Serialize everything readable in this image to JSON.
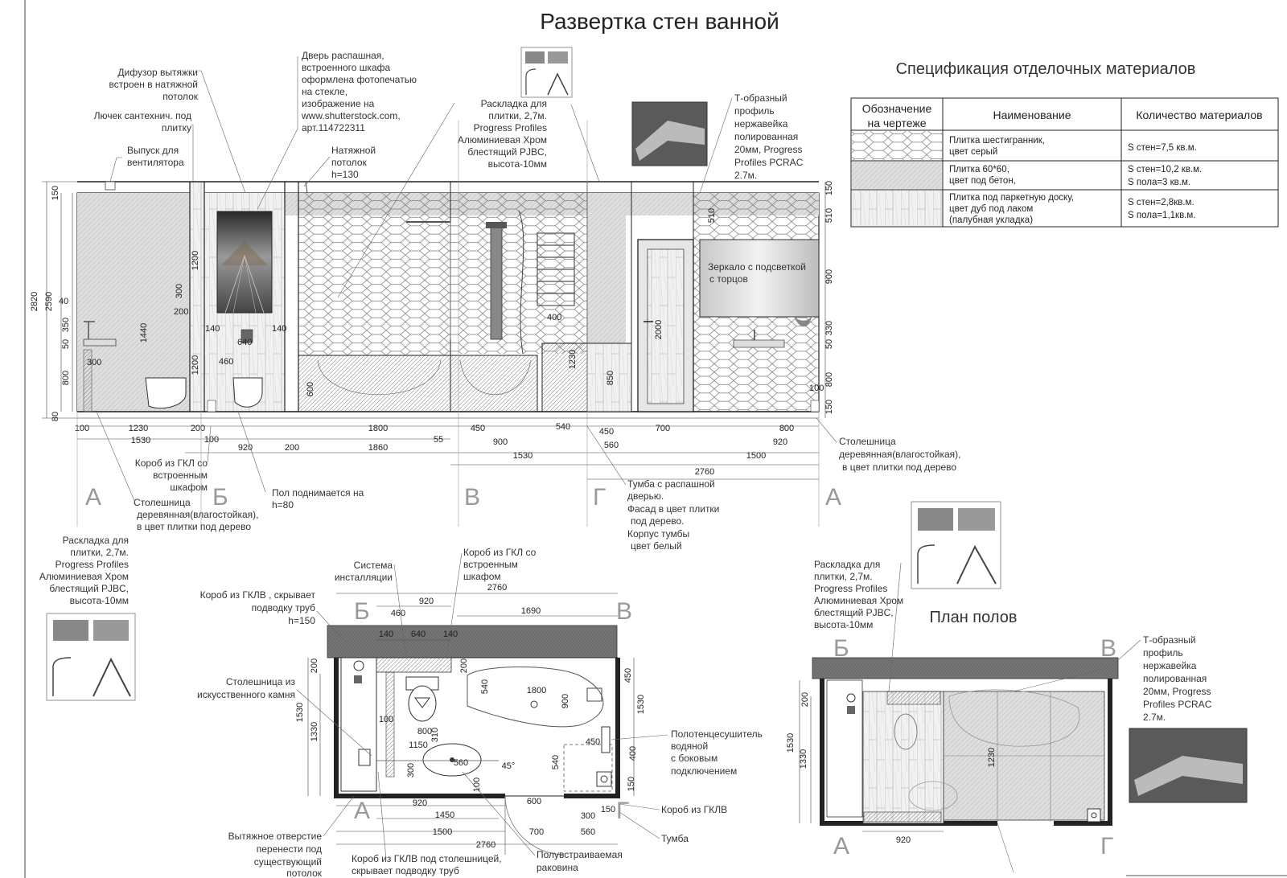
{
  "title": "Развертка стен  ванной",
  "spec": {
    "heading": "Спецификация отделочных материалов",
    "columns": [
      "Обозначение на чертеже",
      "Наименование",
      "Количество материалов"
    ],
    "rows": [
      {
        "pattern": "hexagon",
        "name": [
          "Плитка шестигранник,",
          "цвет серый"
        ],
        "qty": [
          "S стен=7,5 кв.м."
        ]
      },
      {
        "pattern": "concrete",
        "name": [
          "Плитка 60*60,",
          "цвет под бетон,"
        ],
        "qty": [
          "S стен=10,2 кв.м.",
          "S пола=3 кв.м."
        ]
      },
      {
        "pattern": "parquet",
        "name": [
          "Плитка под паркетную доску,",
          "цвет дуб под лаком",
          "(палубная укладка)"
        ],
        "qty": [
          "S стен=2,8кв.м.",
          "S пола=1,1кв.м."
        ]
      }
    ]
  },
  "elevation": {
    "labels": {
      "diffuser": [
        "Дифузор вытяжки",
        "встроен в натяжной",
        "потолок"
      ],
      "hatch": [
        "Лючек сантехнич. под",
        "плитку"
      ],
      "fan_outlet": [
        "Выпуск для",
        "вентилятора"
      ],
      "door_print": [
        "Дверь распашная,",
        "встроенного шкафа",
        "оформлена фотопечатью",
        "на стекле,",
        "изображение на",
        "www.shutterstock.com,",
        "арт.114722311"
      ],
      "stretch_ceiling": [
        "Натяжной",
        "потолок",
        "h=130"
      ],
      "trim_top": [
        "Раскладка для",
        "плитки, 2,7м.",
        "Progress Profiles",
        "Алюминиевая Хром",
        "блестящий PJBC,",
        "высота-10мм"
      ],
      "t_profile_top": [
        "Т-образный",
        "профиль",
        "нержавейка",
        "полированная",
        "20мм, Progress",
        "Profiles PCRAC",
        "2.7м."
      ],
      "mirror": [
        "Зеркало с подсветкой",
        "с торцов"
      ],
      "gkl_box": [
        "Короб из ГКЛ со",
        "встроенным",
        "шкафом"
      ],
      "floor_raise": [
        "Пол поднимается на",
        "h=80"
      ],
      "countertop_left": [
        "Столешница",
        "деревянная(влагостойкая),",
        "в цвет плитки под дерево"
      ],
      "cabinet": [
        "Тумба с распашной",
        "дверью.",
        "Фасад в цвет плитки",
        "под дерево.",
        "Корпус тумбы",
        "цвет белый"
      ],
      "countertop_right": [
        "Столешница",
        "деревянная(влагостойкая),",
        "в цвет плитки под дерево"
      ],
      "trim_left": [
        "Раскладка для",
        "плитки, 2,7м.",
        "Progress Profiles",
        "Алюминиевая Хром",
        "блестящий PJBC,",
        "высота-10мм"
      ],
      "sections": [
        "А",
        "Б",
        "В",
        "Г",
        "А"
      ],
      "dims_left": [
        "150",
        "2820",
        "2590",
        "40",
        "350",
        "50",
        "800",
        "80"
      ],
      "dims_inner": [
        "1440",
        "300",
        "200",
        "1200",
        "140",
        "640",
        "140",
        "1200",
        "460",
        "300",
        "600",
        "400",
        "1230",
        "850",
        "2000",
        "510",
        "900",
        "330",
        "50",
        "800",
        "150",
        "100",
        "510",
        "150"
      ],
      "dims_bottom_1": [
        "100",
        "1230",
        "200",
        "1800",
        "450",
        "540",
        "450",
        "700",
        "800"
      ],
      "dims_bottom_2": [
        "1530",
        "100",
        "55",
        "900",
        "560",
        "920"
      ],
      "dims_bottom_3": [
        "920",
        "200",
        "1860",
        "1530",
        "1500"
      ],
      "dims_bottom_4": [
        "2760"
      ]
    }
  },
  "plan1": {
    "labels": {
      "system": [
        "Система",
        "инсталляции"
      ],
      "gkl_box": [
        "Короб из ГКЛ со",
        "встроенным",
        "шкафом"
      ],
      "gklv_pipes": [
        "Короб из ГКЛВ , скрывает",
        "подводку труб",
        "h=150"
      ],
      "stone_top": [
        "Столешница из",
        "искусственного камня"
      ],
      "towel": [
        "Полотенцесушитель",
        "водяной",
        "с боковым",
        "подключением"
      ],
      "gklv": [
        "Короб из ГКЛВ"
      ],
      "cabinet": [
        "Тумба"
      ],
      "exhaust": [
        "Вытяжное отверстие",
        "перенести под",
        "существующий",
        "потолок"
      ],
      "gklv_under": [
        "Короб из ГКЛВ под столешницей,",
        "скрывает подводку труб"
      ],
      "sink": [
        "Полувстраиваемая",
        "раковина"
      ],
      "dims": [
        "2760",
        "920",
        "460",
        "1690",
        "140",
        "640",
        "140",
        "200",
        "200",
        "540",
        "1800",
        "900",
        "450",
        "1530",
        "1530",
        "1330",
        "100",
        "800",
        "310",
        "1150",
        "450",
        "400",
        "300",
        "560",
        "45°",
        "540",
        "100",
        "150",
        "920",
        "600",
        "1450",
        "300",
        "150",
        "1500",
        "700",
        "560",
        "2760"
      ],
      "sections": [
        "Б",
        "В",
        "А",
        "Г"
      ]
    }
  },
  "plan2": {
    "title": "План полов",
    "labels": {
      "trim": [
        "Раскладка для",
        "плитки, 2,7м.",
        "Progress Profiles",
        "Алюминиевая Хром",
        "блестящий PJBC,",
        "высота-10мм"
      ],
      "t_profile": [
        "Т-образный",
        "профиль",
        "нержавейка",
        "полированная",
        "20мм, Progress",
        "Profiles PCRAC",
        "2.7м."
      ],
      "dims": [
        "200",
        "1530",
        "1330",
        "1230",
        "920"
      ],
      "sections": [
        "Б",
        "В",
        "А",
        "Г"
      ]
    }
  }
}
